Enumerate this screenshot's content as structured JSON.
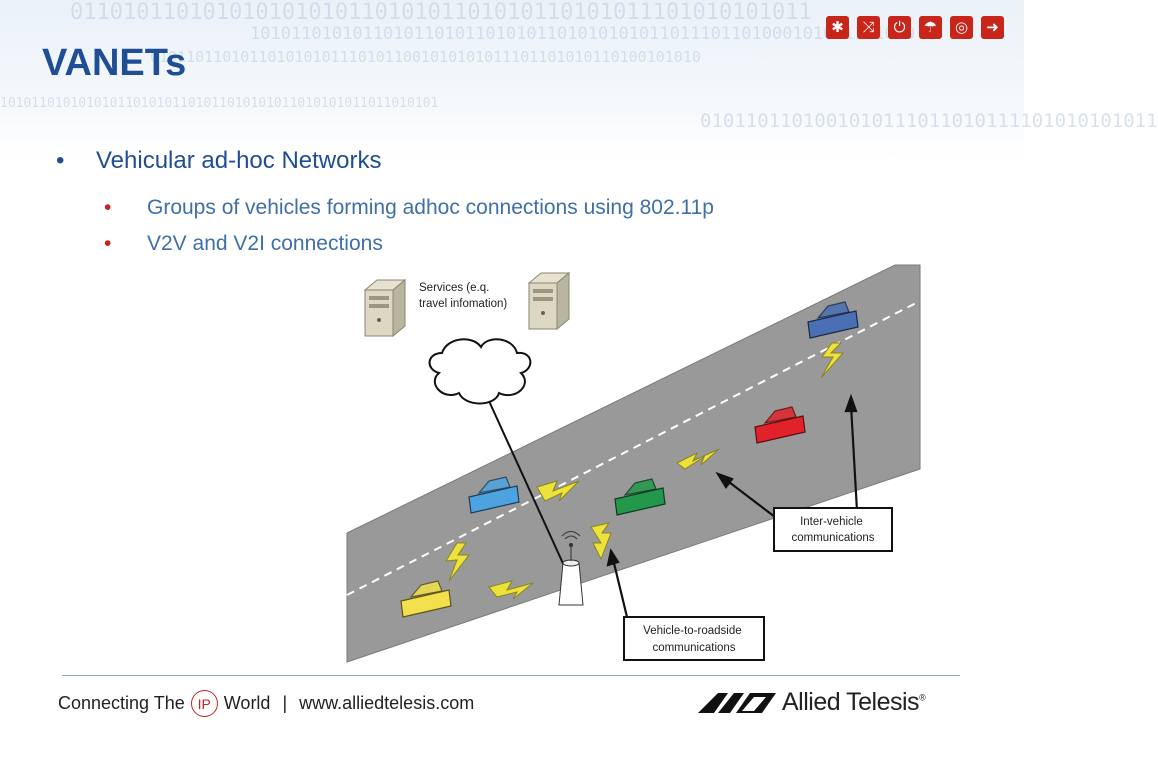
{
  "background_text": {
    "binary_rows": [
      "01101011010101010101011010101101010110101011101010101011",
      "10101101010110101101011010101101010101011011101101000101011101010",
      "0101101101011010101011101011001010101011101101010110100101010",
      "10101101010101011010101101011010101011010101011011010101",
      "0101101101001010111011010111101010101011"
    ]
  },
  "slide": {
    "title": "VANETs",
    "bullets": [
      {
        "marker": "•",
        "text": "Vehicular ad-hoc Networks",
        "sub": [
          {
            "marker": "•",
            "text": "Groups of vehicles forming adhoc connections using 802.11p"
          },
          {
            "marker": "•",
            "text": "V2V and V2I connections"
          }
        ]
      }
    ]
  },
  "nav_icons": [
    {
      "name": "network-icon",
      "glyph": "✱"
    },
    {
      "name": "shuffle-icon",
      "glyph": "⤨"
    },
    {
      "name": "power-icon",
      "glyph": "⏻"
    },
    {
      "name": "wireless-icon",
      "glyph": "☂"
    },
    {
      "name": "disc-icon",
      "glyph": "◎"
    },
    {
      "name": "forward-icon",
      "glyph": "➜"
    }
  ],
  "diagram": {
    "services_label": [
      "Services (e.q.",
      "travel infomation)"
    ],
    "inter_vehicle_label": [
      "Inter-vehicle",
      "communications"
    ],
    "roadside_label": [
      "Vehicle-to-roadside",
      "communications"
    ],
    "cars": [
      {
        "name": "blue-car-top",
        "color": "#4a6fb5"
      },
      {
        "name": "red-car",
        "color": "#e2222a"
      },
      {
        "name": "light-blue-car",
        "color": "#4da3df"
      },
      {
        "name": "green-car",
        "color": "#23984a"
      },
      {
        "name": "yellow-car",
        "color": "#f2e14c"
      }
    ]
  },
  "footer": {
    "prefix": "Connecting The",
    "ip": "IP",
    "suffix": "World",
    "separator": "|",
    "url": "www.alliedtelesis.com",
    "brand": "Allied Telesis",
    "registered": "®"
  },
  "colors": {
    "title": "#1f4e94",
    "accent_red": "#c8251b",
    "sub_bullet_text": "#3f6fa7",
    "road": "#999999"
  }
}
